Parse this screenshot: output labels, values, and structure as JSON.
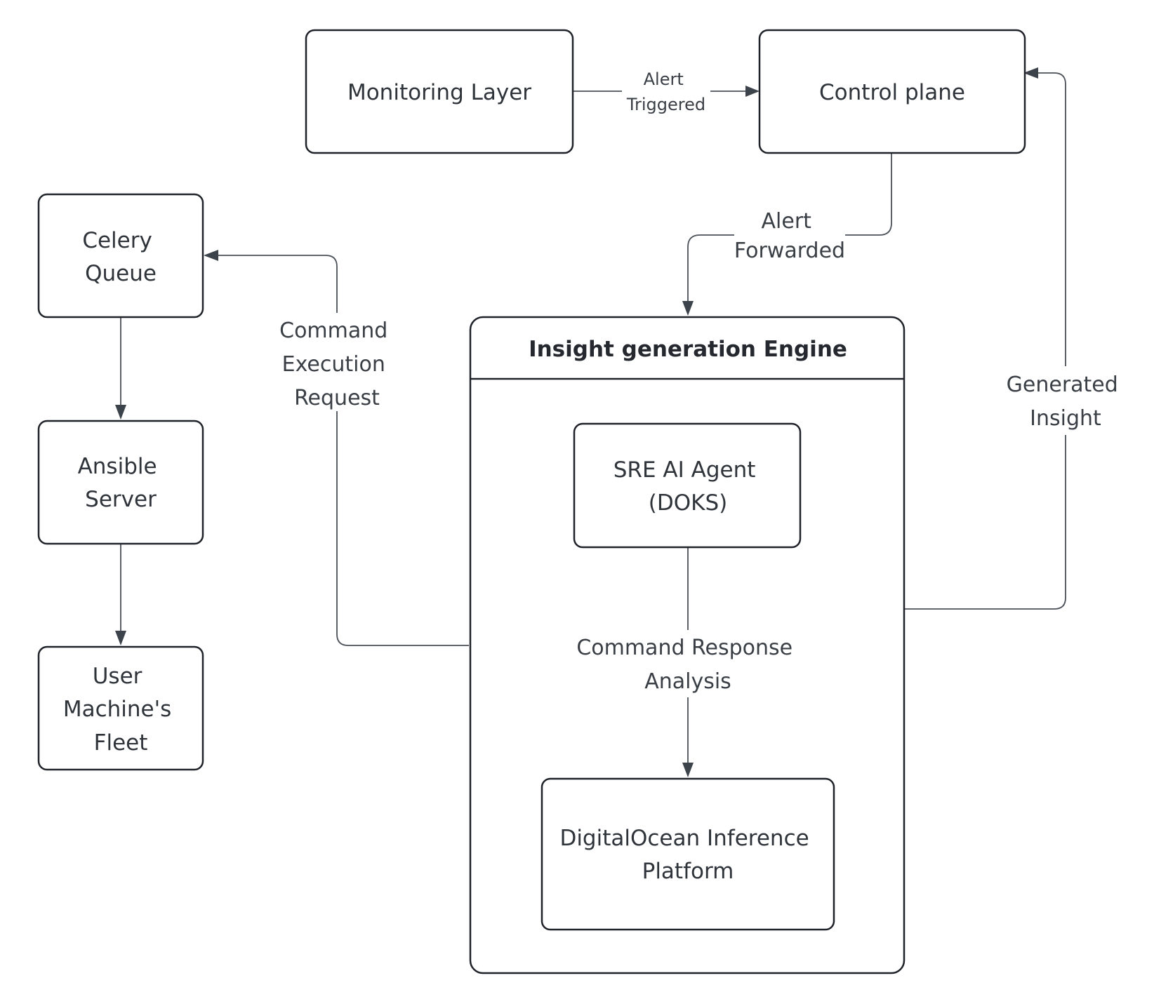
{
  "nodes": {
    "monitoring_layer": {
      "lines": [
        "Monitoring Layer"
      ]
    },
    "control_plane": {
      "lines": [
        "Control plane"
      ]
    },
    "celery_queue": {
      "lines": [
        "Celery",
        "Queue"
      ]
    },
    "ansible_server": {
      "lines": [
        "Ansible",
        "Server"
      ]
    },
    "user_fleet": {
      "lines": [
        "User",
        "Machine's",
        "Fleet"
      ]
    },
    "sre_agent": {
      "lines": [
        "SRE AI Agent",
        "(DOKS)"
      ]
    },
    "inference_platform": {
      "lines": [
        "DigitalOcean Inference",
        "Platform"
      ]
    }
  },
  "group": {
    "title": "Insight generation Engine"
  },
  "edges": {
    "alert_triggered": {
      "lines": [
        "Alert",
        "Triggered"
      ]
    },
    "alert_forwarded": {
      "lines": [
        "Alert",
        "Forwarded"
      ]
    },
    "command_execution_request": {
      "lines": [
        "Command",
        "Execution",
        "Request"
      ]
    },
    "generated_insight": {
      "lines": [
        "Generated",
        "Insight"
      ]
    },
    "command_response_analysis": {
      "lines": [
        "Command Response",
        "Analysis"
      ]
    }
  },
  "colors": {
    "stroke": "#1f2329",
    "edge": "#4b5159",
    "text": "#2f343b",
    "background": "#ffffff"
  }
}
